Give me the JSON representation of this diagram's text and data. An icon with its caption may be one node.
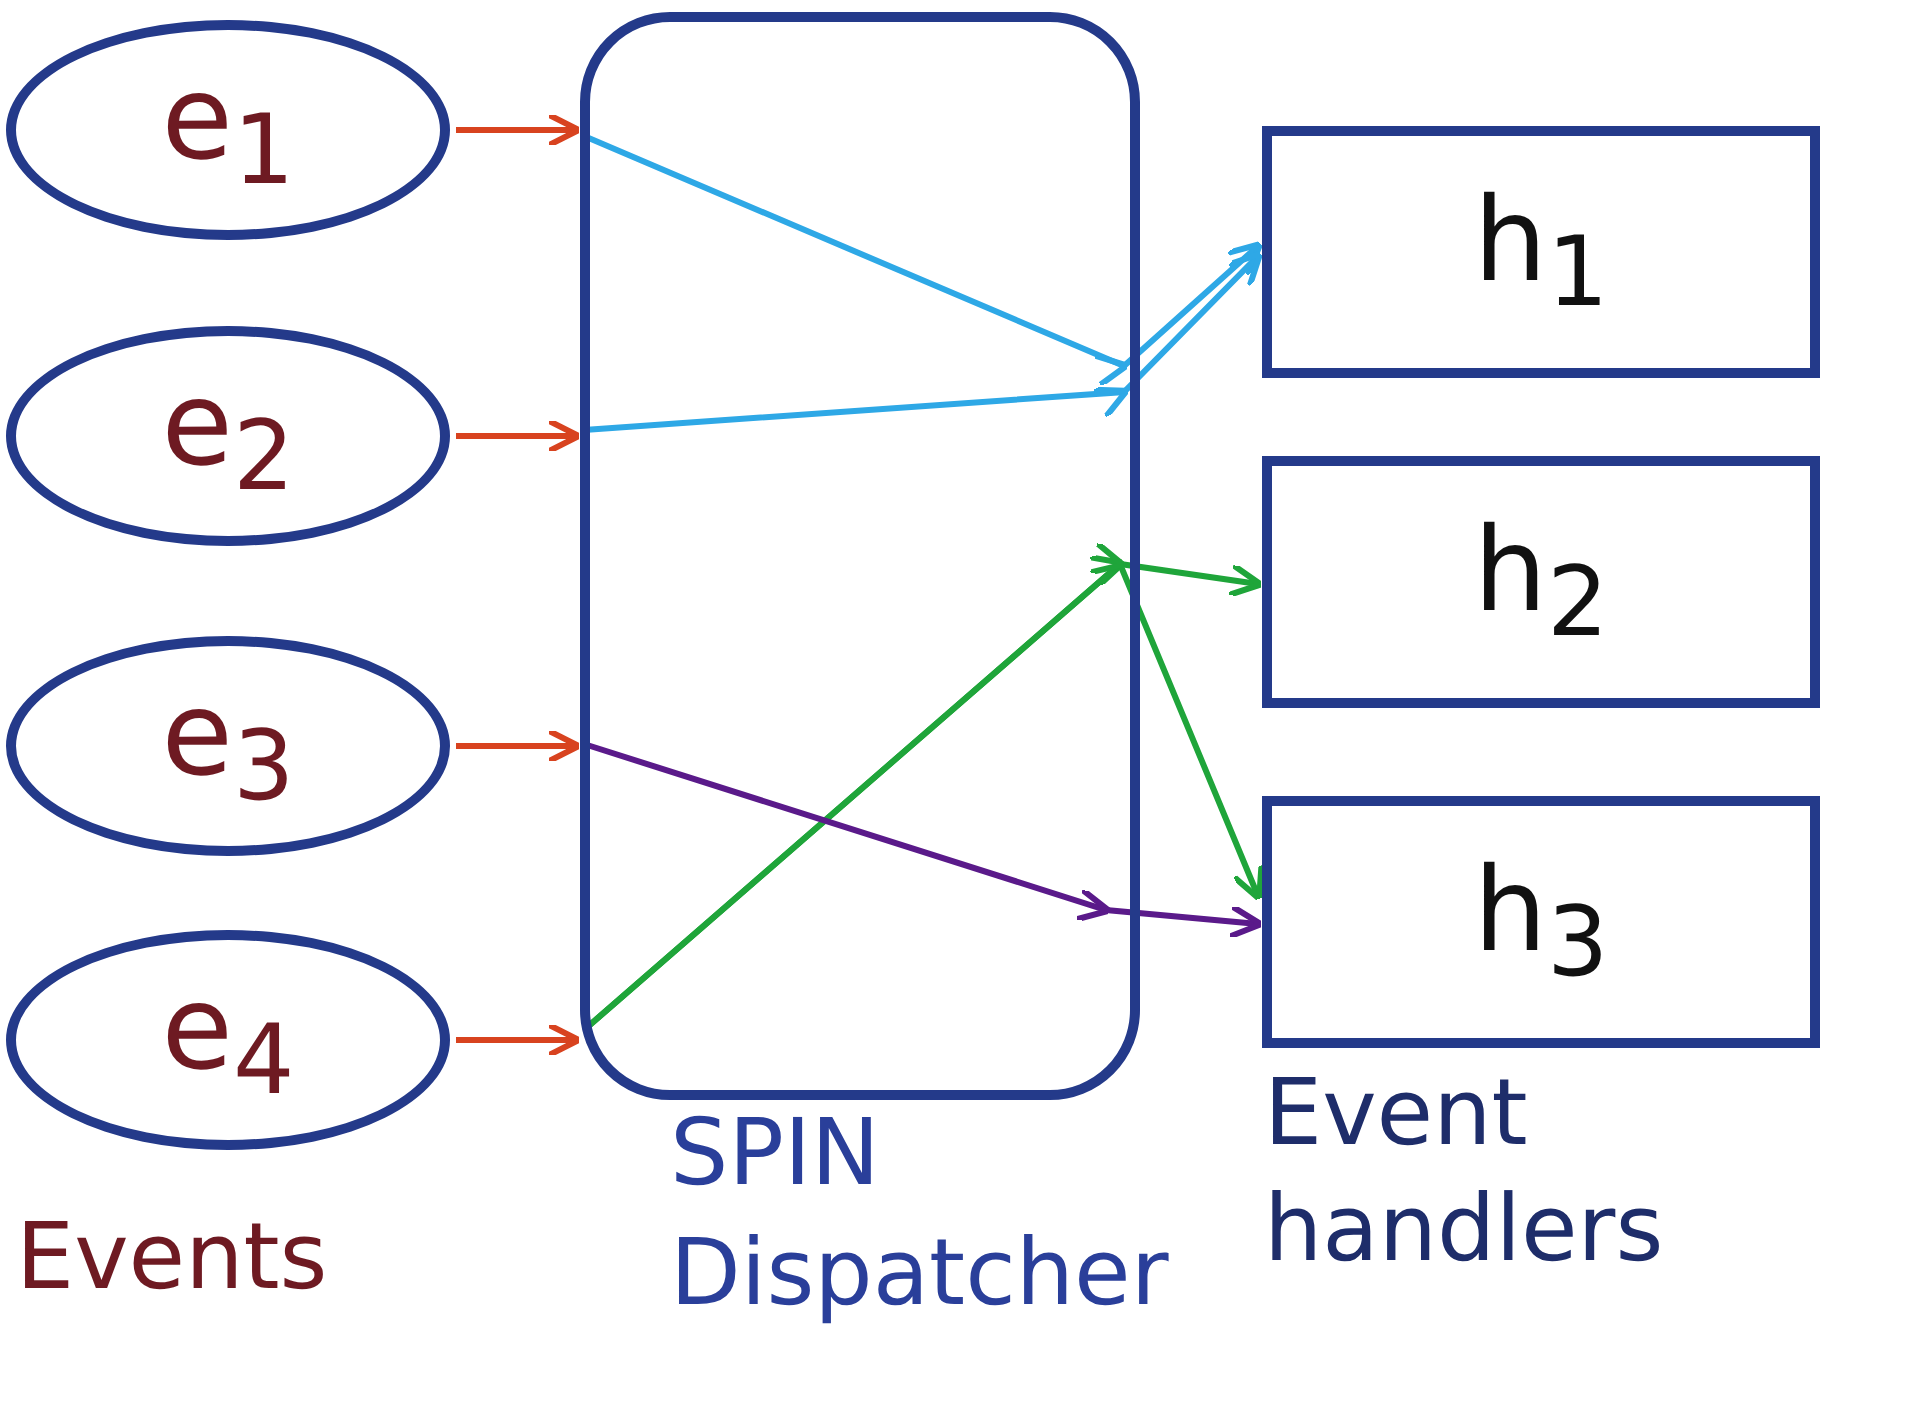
{
  "diagram": {
    "nodes": [
      {
        "text": [
          "e$_{1}$"
        ]
      },
      {
        "text": [
          "e$_{2}$"
        ]
      },
      {
        "text": [
          "e$_{3}$"
        ]
      },
      {
        "text": [
          "e$_{4}$"
        ]
      },
      {
        "text": [
          "SPIN Dispatcher"
        ]
      },
      {
        "text": [
          "h$_{1}$"
        ]
      },
      {
        "text": [
          "h$_{2}$"
        ]
      },
      {
        "text": [
          "h$_{3}$"
        ]
      }
    ],
    "edges": [
      {
        "from": 0,
        "to": 4,
        "arrow": "to",
        "color": "#d8431f"
      },
      {
        "from": 1,
        "to": 4,
        "arrow": "to",
        "color": "#d8431f"
      },
      {
        "from": 2,
        "to": 4,
        "arrow": "to",
        "color": "#d8431f"
      },
      {
        "from": 3,
        "to": 4,
        "arrow": "to",
        "color": "#d8431f"
      },
      {
        "from": 4,
        "to": 5,
        "arrow": "to",
        "color": "#2ea8e6"
      },
      {
        "from": 4,
        "to": 5,
        "arrow": "to",
        "color": "#2ea8e6"
      },
      {
        "from": 4,
        "to": 6,
        "arrow": "to",
        "color": "#1fa53a"
      },
      {
        "from": 4,
        "to": 7,
        "arrow": "to",
        "color": "#1fa53a"
      },
      {
        "from": 4,
        "to": 7,
        "arrow": "to",
        "color": "#5a1a8a"
      }
    ],
    "labels": [
      "Events",
      "Event handlers"
    ]
  }
}
